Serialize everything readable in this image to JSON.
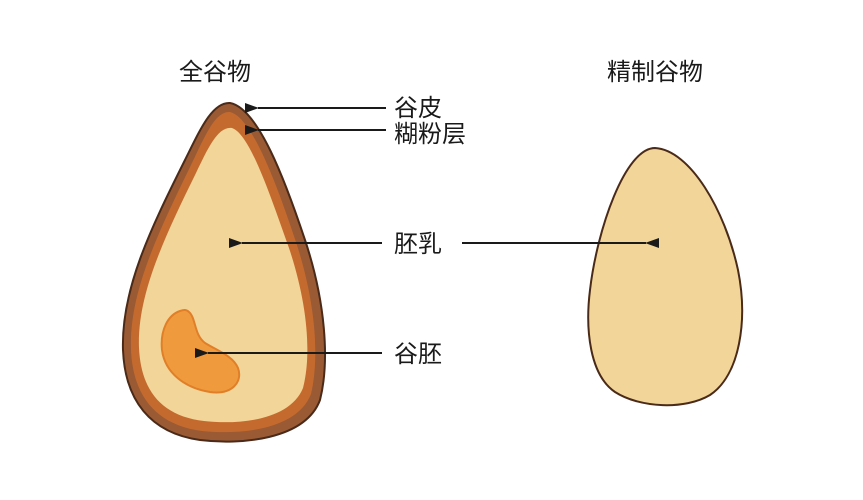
{
  "titles": {
    "whole_grain": "全谷物",
    "refined_grain": "精制谷物"
  },
  "labels": {
    "bran": "谷皮",
    "aleurone": "糊粉层",
    "endosperm": "胚乳",
    "germ": "谷胚"
  },
  "colors": {
    "bran": "#9a5a34",
    "bran_outline": "#4a2a18",
    "aleurone": "#c46a2e",
    "endosperm": "#f2d598",
    "germ": "#f09a3e",
    "germ_outline": "#e07f28",
    "refined_fill": "#f2d598",
    "line": "#1a1a1a"
  }
}
